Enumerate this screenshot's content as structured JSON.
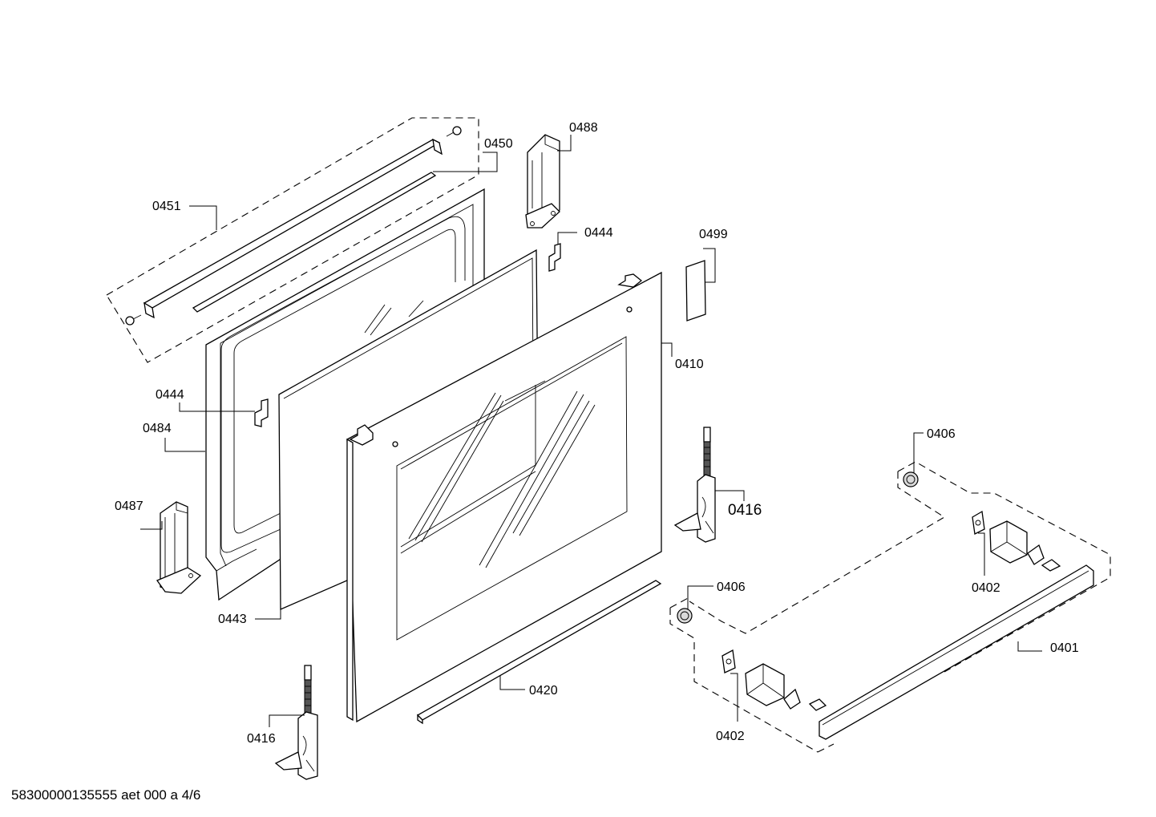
{
  "diagram": {
    "callouts": {
      "c0450": "0450",
      "c0451": "0451",
      "c0488": "0488",
      "c0444_top": "0444",
      "c0499": "0499",
      "c0410": "0410",
      "c0444_left": "0444",
      "c0484": "0484",
      "c0487": "0487",
      "c0443": "0443",
      "c0416_right": "0416",
      "c0420": "0420",
      "c0416_bottom": "0416",
      "c0406_top": "0406",
      "c0402_top": "0402",
      "c0406_mid": "0406",
      "c0401": "0401",
      "c0402_bottom": "0402"
    },
    "footer": "58300000135555 aet 000 a 4/6"
  }
}
